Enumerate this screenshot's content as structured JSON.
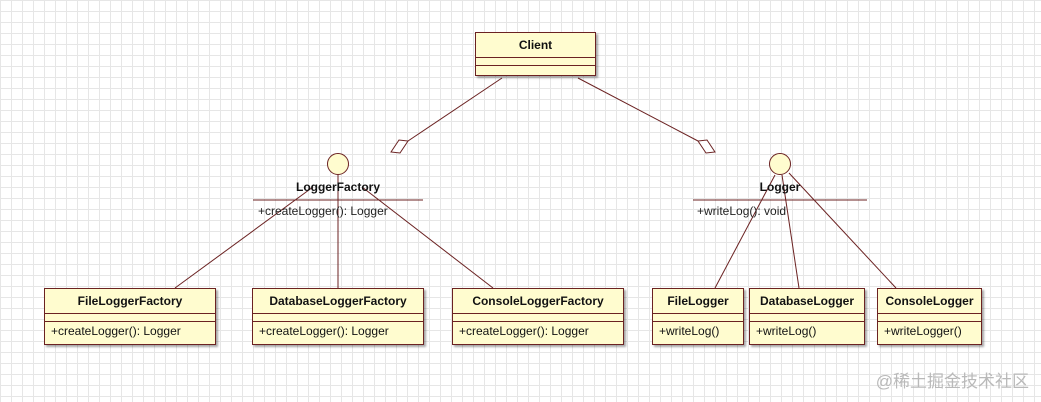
{
  "diagram": {
    "client": {
      "name": "Client"
    },
    "logger_factory": {
      "name": "LoggerFactory",
      "operation": "+createLogger(): Logger"
    },
    "logger": {
      "name": "Logger",
      "operation": "+writeLog(): void"
    },
    "factories": [
      {
        "name": "FileLoggerFactory",
        "operation": "+createLogger(): Logger"
      },
      {
        "name": "DatabaseLoggerFactory",
        "operation": "+createLogger(): Logger"
      },
      {
        "name": "ConsoleLoggerFactory",
        "operation": "+createLogger(): Logger"
      }
    ],
    "loggers": [
      {
        "name": "FileLogger",
        "operation": "+writeLog()"
      },
      {
        "name": "DatabaseLogger",
        "operation": "+writeLog()"
      },
      {
        "name": "ConsoleLogger",
        "operation": "+writeLogger()"
      }
    ],
    "colors": {
      "class_fill": "#fffccf",
      "line": "#6b2222",
      "grid": "#e6e6e6"
    }
  },
  "watermark": "@稀土掘金技术社区"
}
